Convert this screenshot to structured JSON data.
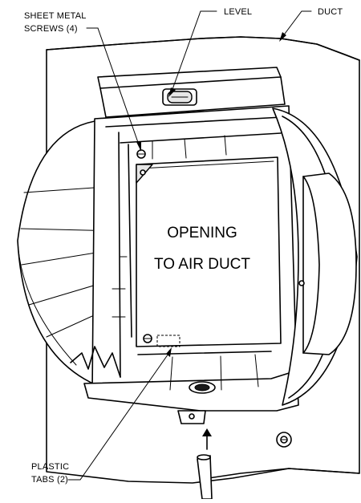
{
  "labels": {
    "sheet_metal_screws_line1": "SHEET METAL",
    "sheet_metal_screws_line2": "SCREWS (4)",
    "level": "LEVEL",
    "duct": "DUCT",
    "opening_line1": "OPENING",
    "opening_line2": "TO AIR DUCT",
    "plastic_tabs_line1": "PLASTIC",
    "plastic_tabs_line2": "TABS (2)"
  }
}
